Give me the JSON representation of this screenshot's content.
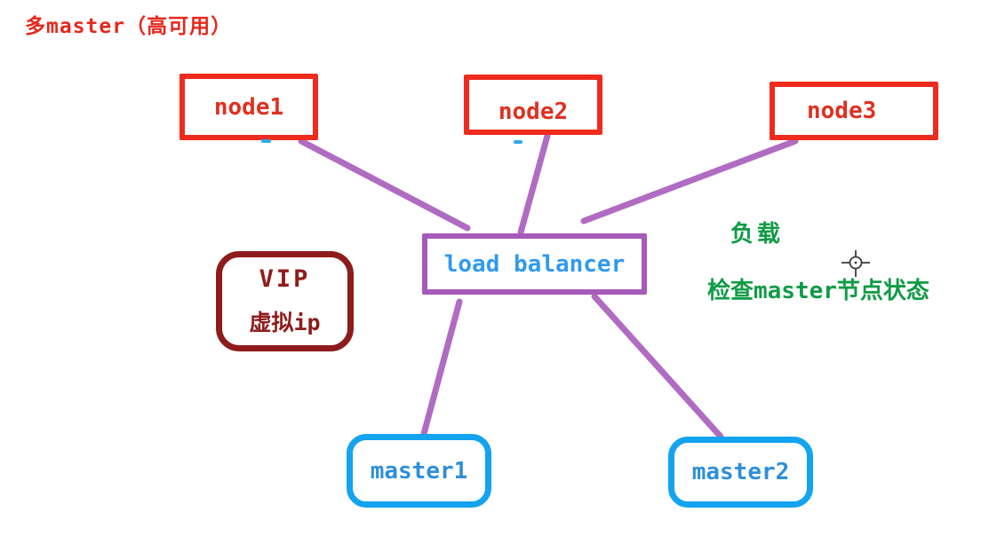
{
  "diagram": {
    "title": "多master（高可用）",
    "worker_nodes": [
      {
        "label": "node1"
      },
      {
        "label": "node2"
      },
      {
        "label": "node3"
      }
    ],
    "load_balancer": {
      "label": "load balancer"
    },
    "vip_box": {
      "title": "VIP",
      "subtitle": "虚拟ip"
    },
    "master_nodes": [
      {
        "label": "master1"
      },
      {
        "label": "master2"
      }
    ],
    "annotations": [
      {
        "text": "负载"
      },
      {
        "text": "检查master节点状态"
      }
    ],
    "icons": [
      {
        "name": "crosshair-cursor-icon"
      }
    ],
    "colors": {
      "background": "#ffffff",
      "title_red": "#e6281c",
      "node_border_red": "#ee2b1c",
      "node_text_red": "#e03020",
      "vip_dark_red": "#8e1c1c",
      "lb_border_purple": "#a75ab8",
      "connector_purple": "#b06cc2",
      "lb_text_blue": "#2f9af0",
      "master_border_blue": "#13a3ef",
      "master_text_blue": "#2e8fd9",
      "annotation_green": "#109b45",
      "stray_mark_blue": "#2fa9e8",
      "crosshair_gray": "#3a3a3a"
    }
  }
}
